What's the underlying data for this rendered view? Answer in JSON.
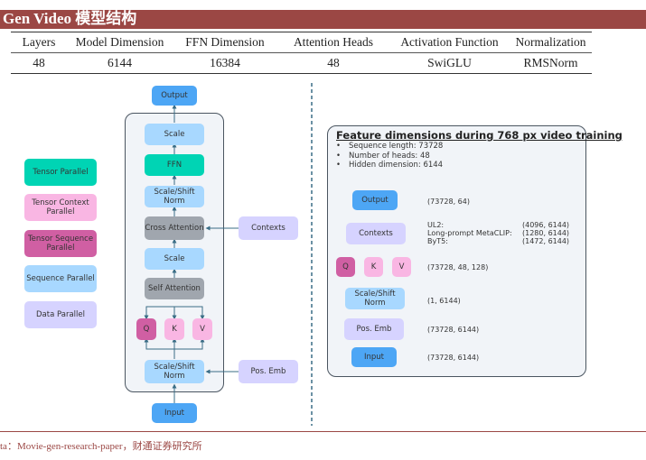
{
  "title": "Gen Video 模型结构",
  "table": {
    "headers": [
      "Layers",
      "Model Dimension",
      "FFN Dimension",
      "Attention Heads",
      "Activation Function",
      "Normalization"
    ],
    "values": [
      "48",
      "6144",
      "16384",
      "48",
      "SwiGLU",
      "RMSNorm"
    ]
  },
  "legend": [
    {
      "label": "Tensor Parallel",
      "color": "#00d4b4"
    },
    {
      "label": "Tensor Context Parallel",
      "color": "#f9b6e3"
    },
    {
      "label": "Tensor Sequence Parallel",
      "color": "#d05fa3"
    },
    {
      "label": "Sequence Parallel",
      "color": "#a8d8ff"
    },
    {
      "label": "Data Parallel",
      "color": "#d6d3ff"
    }
  ],
  "architecture": {
    "output": "Output",
    "scale_top": "Scale",
    "ffn": "FFN",
    "norm_top": "Scale/Shift Norm",
    "cross_attention": "Cross Attention",
    "contexts": "Contexts",
    "scale_mid": "Scale",
    "self_attention": "Self Attention",
    "q": "Q",
    "k": "K",
    "v": "V",
    "norm_bottom": "Scale/Shift Norm",
    "pos_emb": "Pos. Emb",
    "input": "Input"
  },
  "features": {
    "title": "Feature dimensions during 768 px video training",
    "bullets": [
      "Sequence length: 73728",
      "Number of heads: 48",
      "Hidden dimension: 6144"
    ],
    "rows": {
      "output": {
        "label": "Output",
        "dim": "(73728, 64)"
      },
      "contexts": {
        "label": "Contexts",
        "items": [
          {
            "name": "UL2:",
            "dim": "(4096, 6144)"
          },
          {
            "name": "Long-prompt MetaCLIP:",
            "dim": "(1280, 6144)"
          },
          {
            "name": "ByT5:",
            "dim": "(1472, 6144)"
          }
        ]
      },
      "qkv": {
        "q": "Q",
        "k": "K",
        "v": "V",
        "dim": "(73728, 48, 128)"
      },
      "norm": {
        "label": "Scale/Shift Norm",
        "dim": "(1, 6144)"
      },
      "pos_emb": {
        "label": "Pos. Emb",
        "dim": "(73728, 6144)"
      },
      "input": {
        "label": "Input",
        "dim": "(73728, 6144)"
      }
    }
  },
  "footer": "ta：Movie-gen-research-paper，财通证券研究所"
}
